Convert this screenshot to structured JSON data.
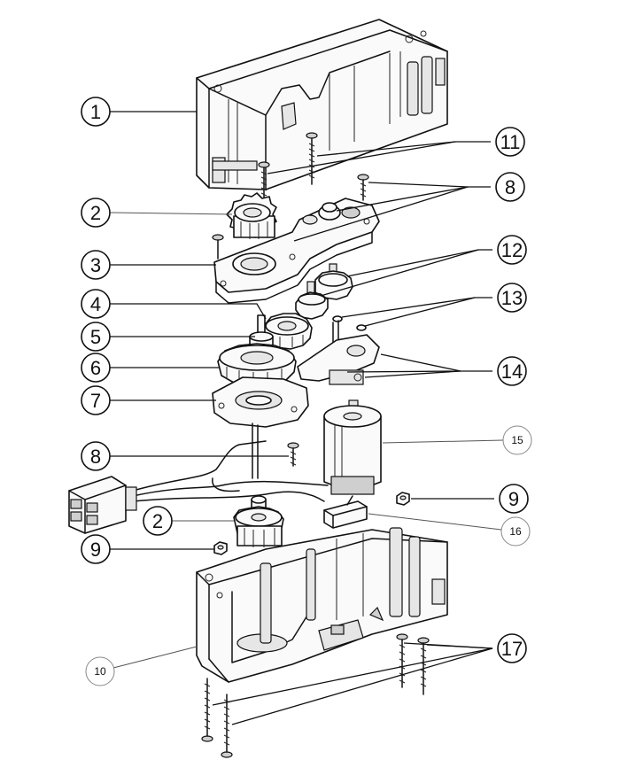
{
  "callouts": [
    {
      "id": "c1",
      "label": "1"
    },
    {
      "id": "c2a",
      "label": "2"
    },
    {
      "id": "c3",
      "label": "3"
    },
    {
      "id": "c4",
      "label": "4"
    },
    {
      "id": "c5",
      "label": "5"
    },
    {
      "id": "c6",
      "label": "6"
    },
    {
      "id": "c7",
      "label": "7"
    },
    {
      "id": "c8a",
      "label": "8"
    },
    {
      "id": "c2b",
      "label": "2"
    },
    {
      "id": "c9a",
      "label": "9"
    },
    {
      "id": "c10",
      "label": "10"
    },
    {
      "id": "c11",
      "label": "11"
    },
    {
      "id": "c8b",
      "label": "8"
    },
    {
      "id": "c12",
      "label": "12"
    },
    {
      "id": "c13",
      "label": "13"
    },
    {
      "id": "c14",
      "label": "14"
    },
    {
      "id": "c15",
      "label": "15"
    },
    {
      "id": "c9b",
      "label": "9"
    },
    {
      "id": "c16",
      "label": "16"
    },
    {
      "id": "c17",
      "label": "17"
    }
  ]
}
